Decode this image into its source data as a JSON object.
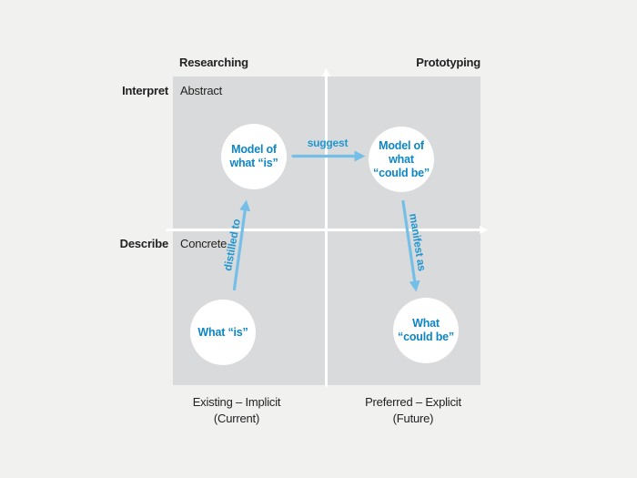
{
  "colors": {
    "background": "#f1f1f0",
    "quadrant_bg": "#d9dadb",
    "circle_bg": "#ffffff",
    "axis_arrow": "#ffffff",
    "circle_text": "#0d86c4",
    "arrow_label": "#2097d3",
    "blue_arrow": "#74bfe8",
    "label_text": "#222222"
  },
  "matrix": {
    "column_headers": [
      "Researching",
      "Prototyping"
    ],
    "row_headers": [
      "Interpret",
      "Describe"
    ],
    "quadrant_labels": [
      "Abstract",
      "Concrete"
    ],
    "x_axis_labels": [
      {
        "title": "Existing – Implicit",
        "subtitle": "(Current)"
      },
      {
        "title": "Preferred – Explicit",
        "subtitle": "(Future)"
      }
    ]
  },
  "nodes": {
    "model_of_is": {
      "lines": [
        "Model of",
        "what “is”"
      ]
    },
    "model_of_could_be": {
      "lines": [
        "Model of",
        "what",
        "“could be”"
      ]
    },
    "what_is": {
      "lines": [
        "What “is”"
      ]
    },
    "what_could_be": {
      "lines": [
        "What",
        "“could be”"
      ]
    }
  },
  "arrows": {
    "distilled_to_label": "distilled to",
    "suggest_label": "suggest",
    "manifest_as_label": "manifest as"
  }
}
